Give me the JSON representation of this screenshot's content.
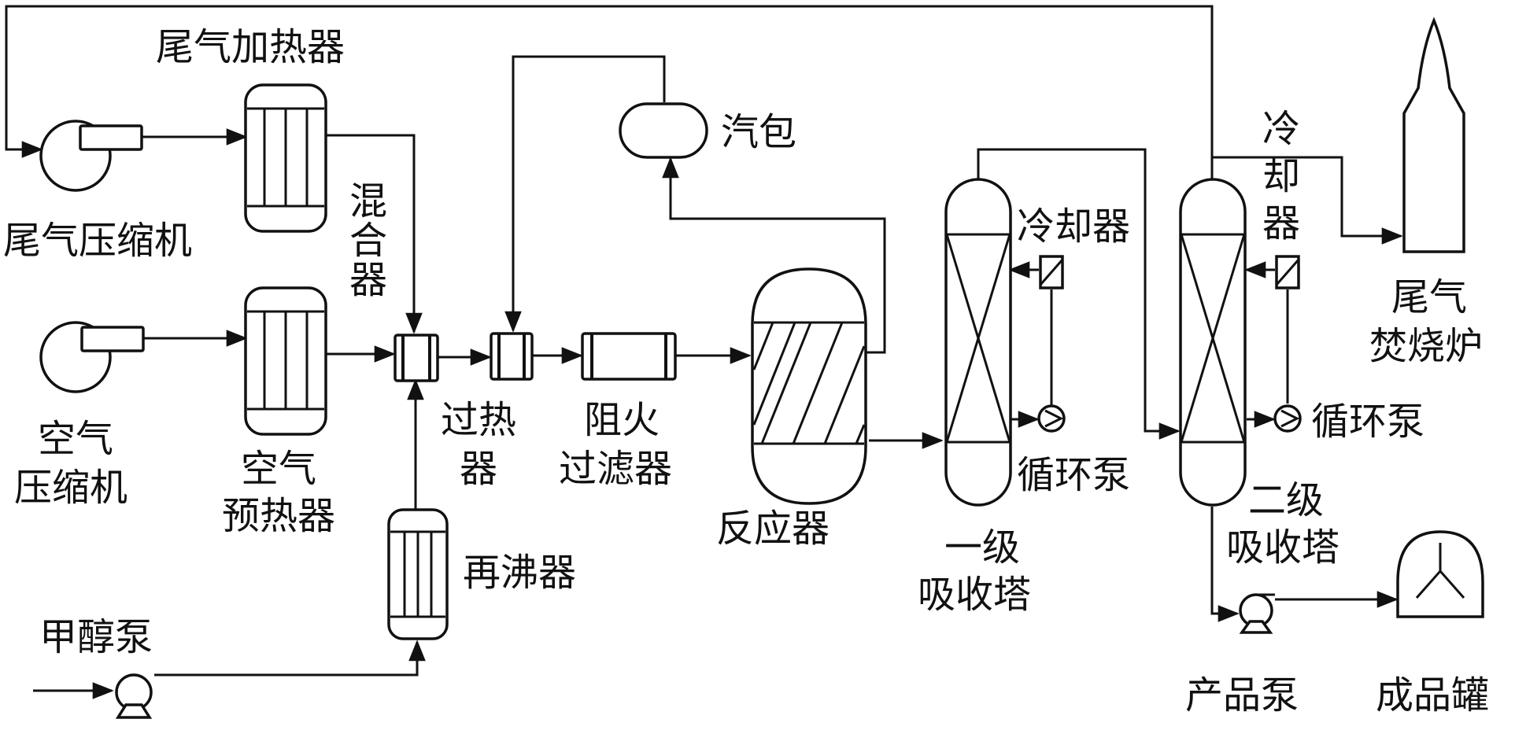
{
  "labels": {
    "tail_gas_heater": "尾气加热器",
    "tail_gas_compressor": "尾气压缩机",
    "mixer": [
      "混",
      "合",
      "器"
    ],
    "steam_drum": "汽包",
    "air_compressor": [
      "空气",
      "压缩机"
    ],
    "air_preheater": [
      "空气",
      "预热器"
    ],
    "superheater": [
      "过热",
      "器"
    ],
    "flame_filter": [
      "阻火",
      "过滤器"
    ],
    "reactor": "反应器",
    "reboiler": "再沸器",
    "methanol_pump": "甲醇泵",
    "cooler_1": "冷却器",
    "cooler_2": [
      "冷",
      "却",
      "器"
    ],
    "circ_pump_1": "循环泵",
    "circ_pump_2": "循环泵",
    "absorber_1": [
      "一级",
      "吸收塔"
    ],
    "absorber_2": [
      "二级",
      "吸收塔"
    ],
    "incinerator": [
      "尾气",
      "焚烧炉"
    ],
    "product_pump": "产品泵",
    "product_tank": "成品罐"
  }
}
